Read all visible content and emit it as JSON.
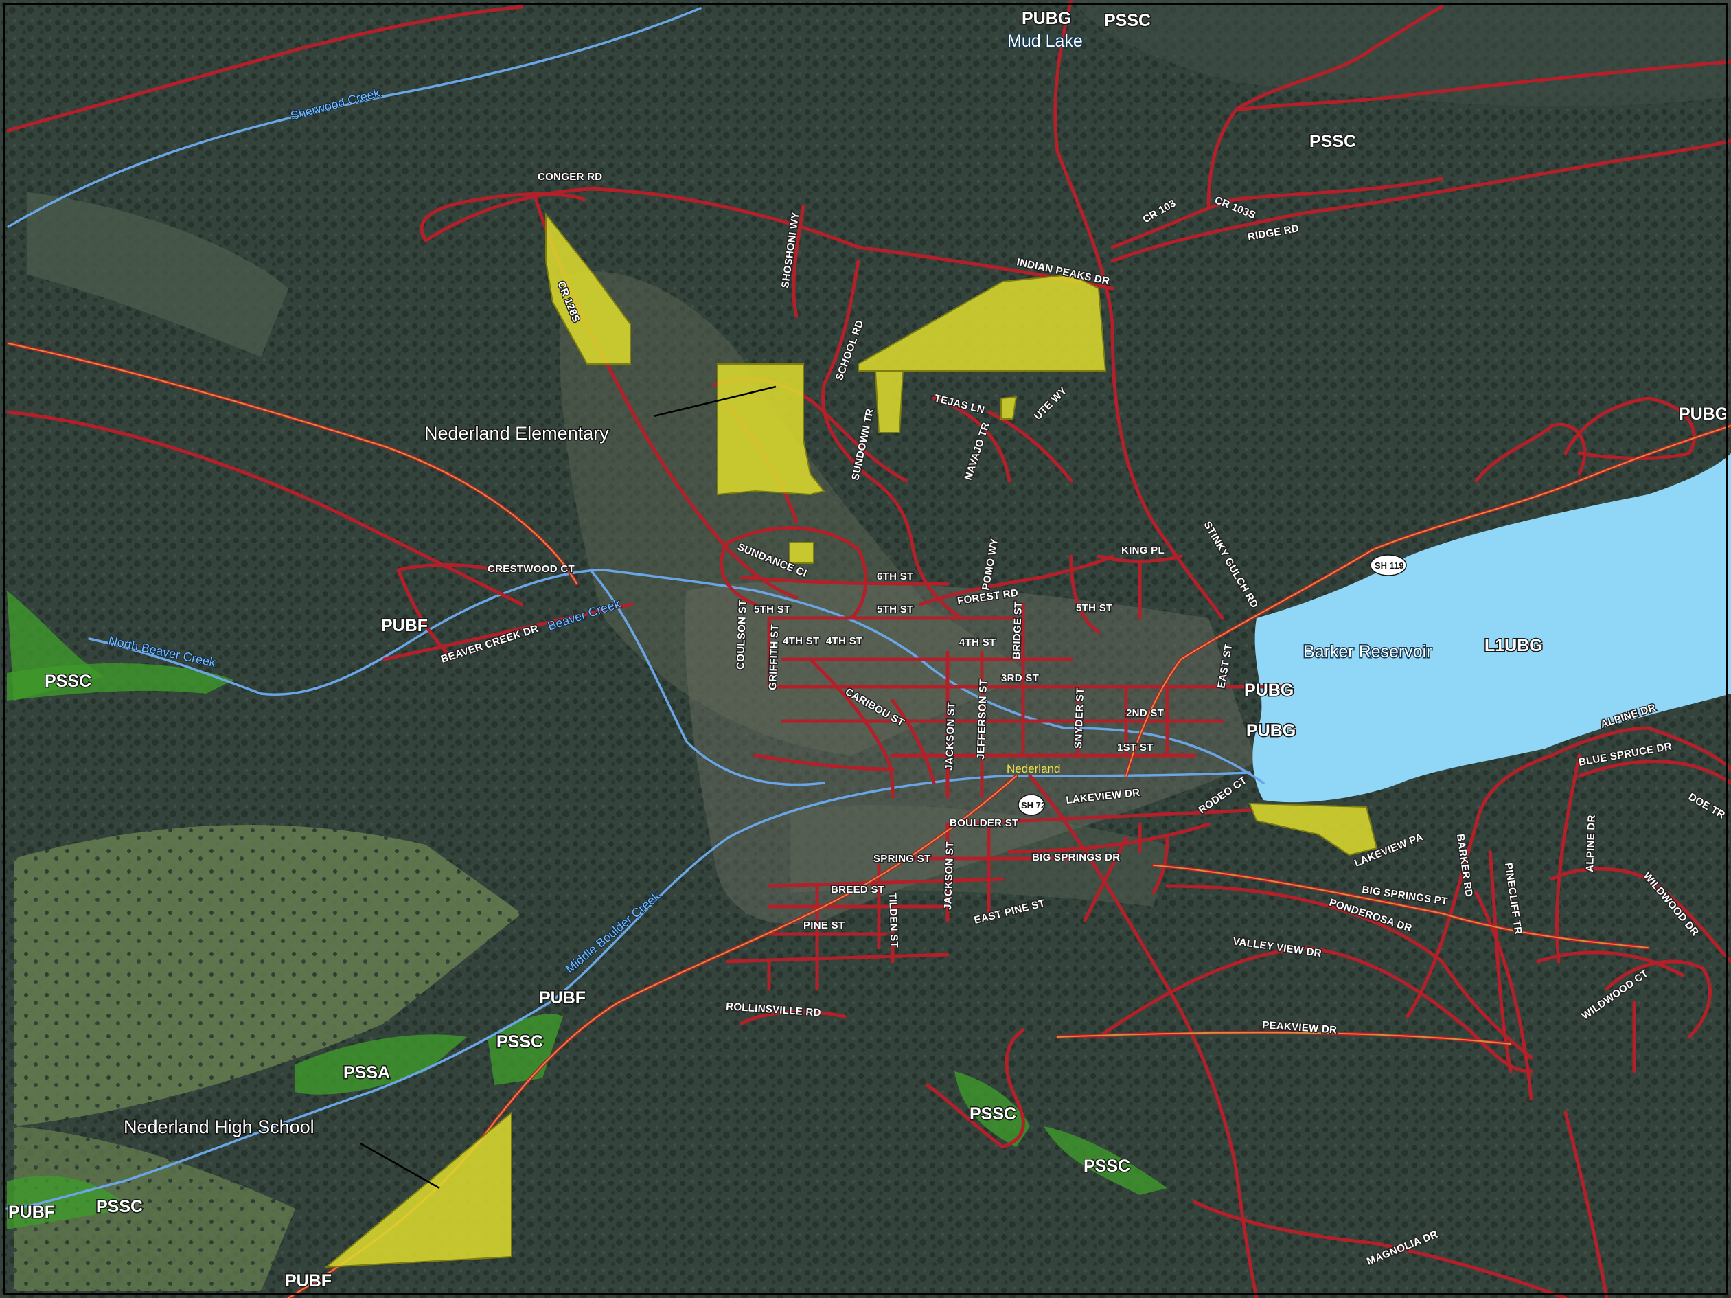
{
  "map": {
    "colors": {
      "terrain": "#3b4a43",
      "forest": "#2e3b34",
      "meadow": "#6f8a56",
      "road": "#b4202a",
      "road_casing": "#d98a3a",
      "creek": "#6aa6e6",
      "reservoir": "#8fd6f7",
      "school_parcel": "#d9d82e",
      "wetland": "#3f9a2a",
      "frame": "#000000"
    },
    "place_labels": {
      "elementary": "Nederland Elementary",
      "high_school": "Nederland High School",
      "town": "Nederland",
      "mud_lake": "Mud Lake",
      "reservoir": "Barker Reservoir"
    },
    "wetland_labels": [
      "PUBG",
      "PSSC",
      "PSSC",
      "PUBG",
      "PUBF",
      "PSSC",
      "L1UBG",
      "PUBG",
      "PUBG",
      "PUBF",
      "PSSC",
      "PSSA",
      "PSSC",
      "PSSC",
      "PUBF",
      "PSSC",
      "PUBF"
    ],
    "creek_labels": [
      "Sherwood Creek",
      "North Beaver Creek",
      "Beaver Creek",
      "Middle Boulder Creek"
    ],
    "highway_shields": [
      "SH 119",
      "SH 72"
    ],
    "road_labels": [
      "CONGER RD",
      "SHOSHONI WY",
      "CR 128S",
      "SCHOOL RD",
      "INDIAN PEAKS DR",
      "CR 103",
      "CR 103S",
      "RIDGE RD",
      "TEJAS LN",
      "UTE WY",
      "SUNDOWN TR",
      "NAVAJO TR",
      "POMO WY",
      "SUNDANCE CI",
      "6TH ST",
      "5TH ST",
      "5TH ST",
      "FOREST RD",
      "KING PL",
      "STINKY GULCH RD",
      "5TH ST",
      "CRESTWOOD CT",
      "BEAVER CREEK DR",
      "COULSON ST",
      "GRIFFITH ST",
      "4TH ST",
      "4TH ST",
      "4TH ST",
      "BRIDGE ST",
      "3RD ST",
      "EAST ST",
      "CARIBOU ST",
      "JACKSON ST",
      "JEFFERSON ST",
      "SNYDER ST",
      "2ND ST",
      "1ST ST",
      "LAKEVIEW DR",
      "RODEO CT",
      "BOULDER ST",
      "BIG SPRINGS DR",
      "SPRING ST",
      "JACKSON ST",
      "BREED ST",
      "TILDEN ST",
      "PINE ST",
      "EAST PINE ST",
      "ROLLINSVILLE RD",
      "LAKEVIEW PA",
      "BIG SPRINGS PT",
      "BARKER RD",
      "PONDEROSA DR",
      "VALLEY VIEW DR",
      "PINECLIFF TR",
      "ALPINE DR",
      "BLUE SPRUCE DR",
      "DOE TR",
      "ALPINE DR",
      "WILDWOOD DR",
      "WILDWOOD CT",
      "PEAKVIEW DR",
      "MAGNOLIA DR"
    ]
  }
}
